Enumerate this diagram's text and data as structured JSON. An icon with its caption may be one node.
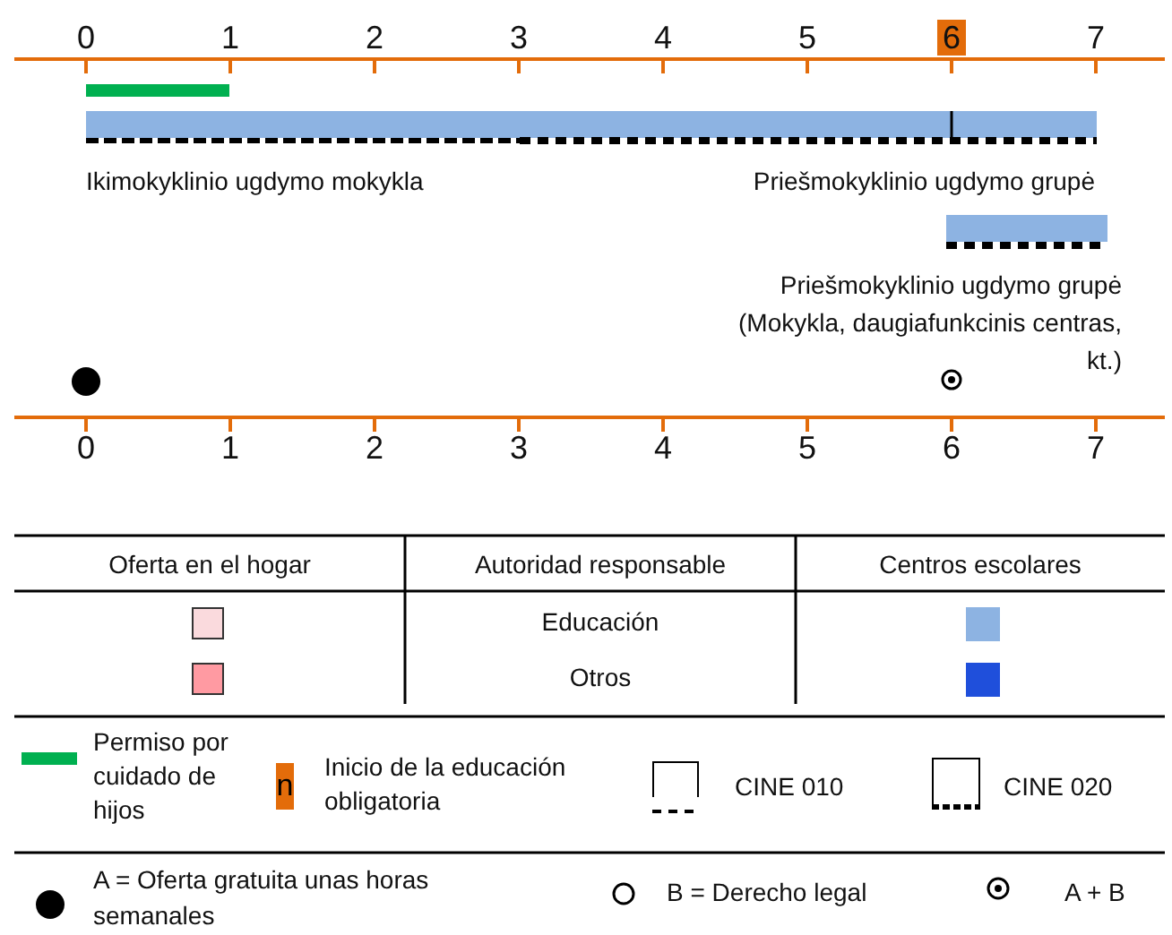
{
  "diagram": {
    "labels": [
      "0",
      "1",
      "2",
      "3",
      "4",
      "5",
      "6",
      "7",
      "Ikimokyklinio ugdymo mokykla",
      "Priešmokyklinio ugdymo grupė",
      "Priešmokyklinio ugdymo grupė (Mokykla, daugiafunkcinis centras, kt.)",
      "0",
      "1",
      "2",
      "3",
      "4",
      "5",
      "6",
      "7",
      "Oferta en el hogar",
      "Autoridad responsable",
      "Centros escolares",
      "Educación",
      "Otros",
      "n"
    ],
    "legend": [
      {
        "text": "Permiso por cuidado de hijos",
        "color": "#00b050"
      },
      {
        "text": "Inicio de la educación obligatoria",
        "color": "#e36c0a"
      },
      {
        "text": "CINE 010"
      },
      {
        "text": "CINE 020"
      },
      {
        "text": "A = Oferta gratuita unas horas semanales"
      },
      {
        "text": "B = Derecho legal"
      },
      {
        "text": "A + B"
      }
    ]
  }
}
